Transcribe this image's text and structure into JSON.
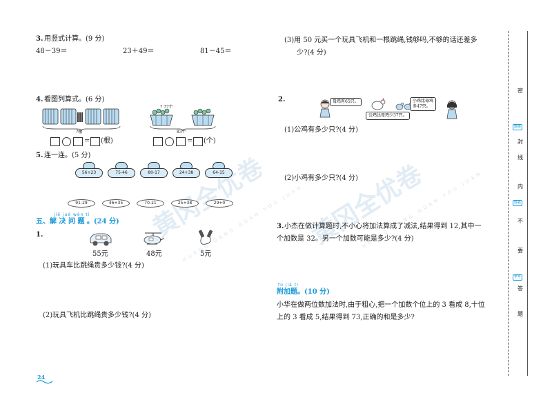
{
  "q3": {
    "title_num": "3.",
    "title_text": "用竖式计算。(9 分)",
    "problems": [
      "48－39＝",
      "23＋49＝",
      "81－45＝"
    ]
  },
  "q4": {
    "title_num": "4.",
    "title_text": "看图列算式。(6 分)",
    "left_total": "?根",
    "left_unit": "(根)",
    "right_top": "? 77个",
    "right_total": "83个",
    "right_unit": "(个)"
  },
  "q5": {
    "title_num": "5.",
    "title_text": "连一连。(5 分)",
    "frogs": [
      "56+23",
      "75-46",
      "80-17",
      "24+38",
      "64-15"
    ],
    "leaves": [
      "91-29",
      "46+35",
      "70-21",
      "25+38",
      "29+0"
    ]
  },
  "section5": {
    "pinyin": "jiě jué wèn tí",
    "title": "五、解 决 问 题 。(24 分)"
  },
  "p1": {
    "num": "1.",
    "prices": [
      "55元",
      "48元",
      "5元"
    ],
    "q1": "(1)玩具车比跳绳贵多少钱?(4 分)",
    "q2": "(2)玩具飞机比跳绳贵多少钱?(4 分)",
    "q3_line1": "(3)用 50 元买一个玩具飞机和一根跳绳,钱够吗,不够的话还差多",
    "q3_line2": "少?(4 分)"
  },
  "p2": {
    "num": "2.",
    "bubble1": "母鸡有65只。",
    "bubble2": "公鸡比母鸡少37只。",
    "bubble3_line1": "小鸡比母鸡",
    "bubble3_line2": "多47只。",
    "q1": "(1)公鸡有多少只?(4 分)",
    "q2": "(2)小鸡有多少只?(4 分)"
  },
  "p3": {
    "num": "3.",
    "line1": "小杰在做计算题时,不小心将加法算成了减法,结果得到 12,其中一",
    "line2": "个加数是 32。另一个加数可能是多少?(4 分)"
  },
  "extra": {
    "pinyin": "fù jiā tí",
    "title": "附加题。(10 分)",
    "line1": "小华在做两位数加法时,由于粗心,把一个加数个位上的 3 看成 8,十位",
    "line2": "上的 3 看成 5,结果得到 73,正确的和是多少?"
  },
  "page_number": "24",
  "side_chars": [
    "密",
    "封",
    "线",
    "内",
    "不",
    "要",
    "答",
    "题"
  ],
  "side_tags": [
    "班级",
    "姓名",
    "学号"
  ],
  "watermark": {
    "text1": "黄冈全优卷",
    "sub1": "HUANG GANG QUAN YOU JUAN",
    "text2": "黄冈全优卷",
    "sub2": "HUANG GANG QUAN YOU JUAN"
  },
  "colors": {
    "accent": "#1a9ad6",
    "text": "#222222"
  }
}
